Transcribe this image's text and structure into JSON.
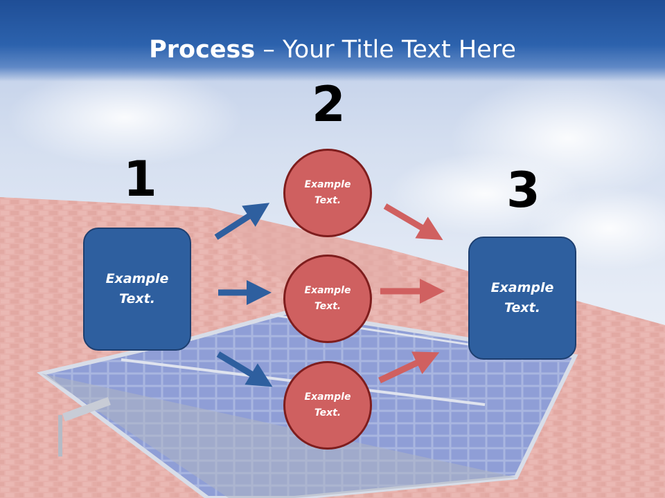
{
  "title": {
    "bold": "Process",
    "rest": " – Your Title Text Here"
  },
  "steps": {
    "step1": "1",
    "step2": "2",
    "step3": "3"
  },
  "left_box": {
    "line1": "Example",
    "line2": "Text."
  },
  "circles": [
    {
      "line1": "Example",
      "line2": "Text."
    },
    {
      "line1": "Example",
      "line2": "Text."
    },
    {
      "line1": "Example",
      "line2": "Text."
    }
  ],
  "right_box": {
    "line1": "Example",
    "line2": "Text."
  },
  "colors": {
    "title_blue": "#2c62ad",
    "box_blue": "#2e5f9f",
    "circle_red": "#cf6060",
    "arrow_blue": "#2e5f9f",
    "arrow_red": "#d06060"
  }
}
